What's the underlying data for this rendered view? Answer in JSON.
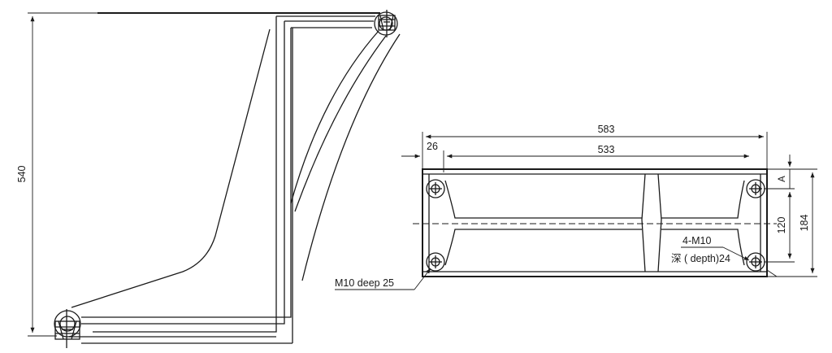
{
  "side_view": {
    "height_label": "540"
  },
  "bottom_view": {
    "overall_width_label": "583",
    "hole_spacing_label": "533",
    "edge_offset_label": "26",
    "offset_a_label": "A",
    "hole_vertical_label": "120",
    "overall_height_label": "184",
    "thread_callout": "4-M10",
    "depth_callout": "深 ( depth)24",
    "center_thread_callout": "M10 deep 25"
  }
}
